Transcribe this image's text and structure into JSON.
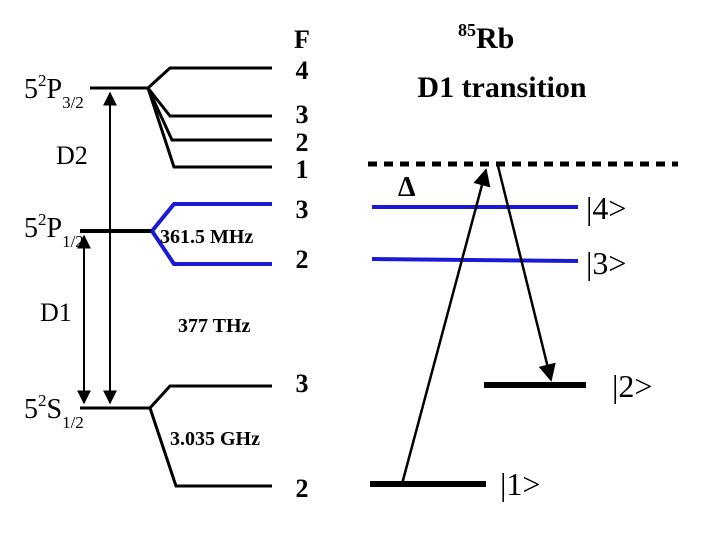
{
  "title": {
    "isotope_mass": "85",
    "isotope_symbol": "Rb",
    "transition": "D1 transition"
  },
  "f_header": "F",
  "levels": {
    "p32": {
      "base": "5",
      "sup": "2",
      "letter": "P",
      "sub": "3/2"
    },
    "p12": {
      "base": "5",
      "sup": "2",
      "letter": "P",
      "sub": "1/2"
    },
    "s12": {
      "base": "5",
      "sup": "2",
      "letter": "S",
      "sub": "1/2"
    }
  },
  "f_values": {
    "p32": [
      "4",
      "3",
      "2",
      "1"
    ],
    "p12": [
      "3",
      "2"
    ],
    "s12": [
      "3",
      "2"
    ]
  },
  "labels": {
    "d2": "D2",
    "d1": "D1",
    "p12_splitting": "361.5 MHz",
    "optical_frequency": "377 THz",
    "ground_splitting": "3.035 GHz",
    "detuning": "Δ"
  },
  "states": [
    "|4>",
    "|3>",
    "|2>",
    "|1>"
  ],
  "colors": {
    "line": "#000000",
    "highlight": "#1a1ad6"
  }
}
